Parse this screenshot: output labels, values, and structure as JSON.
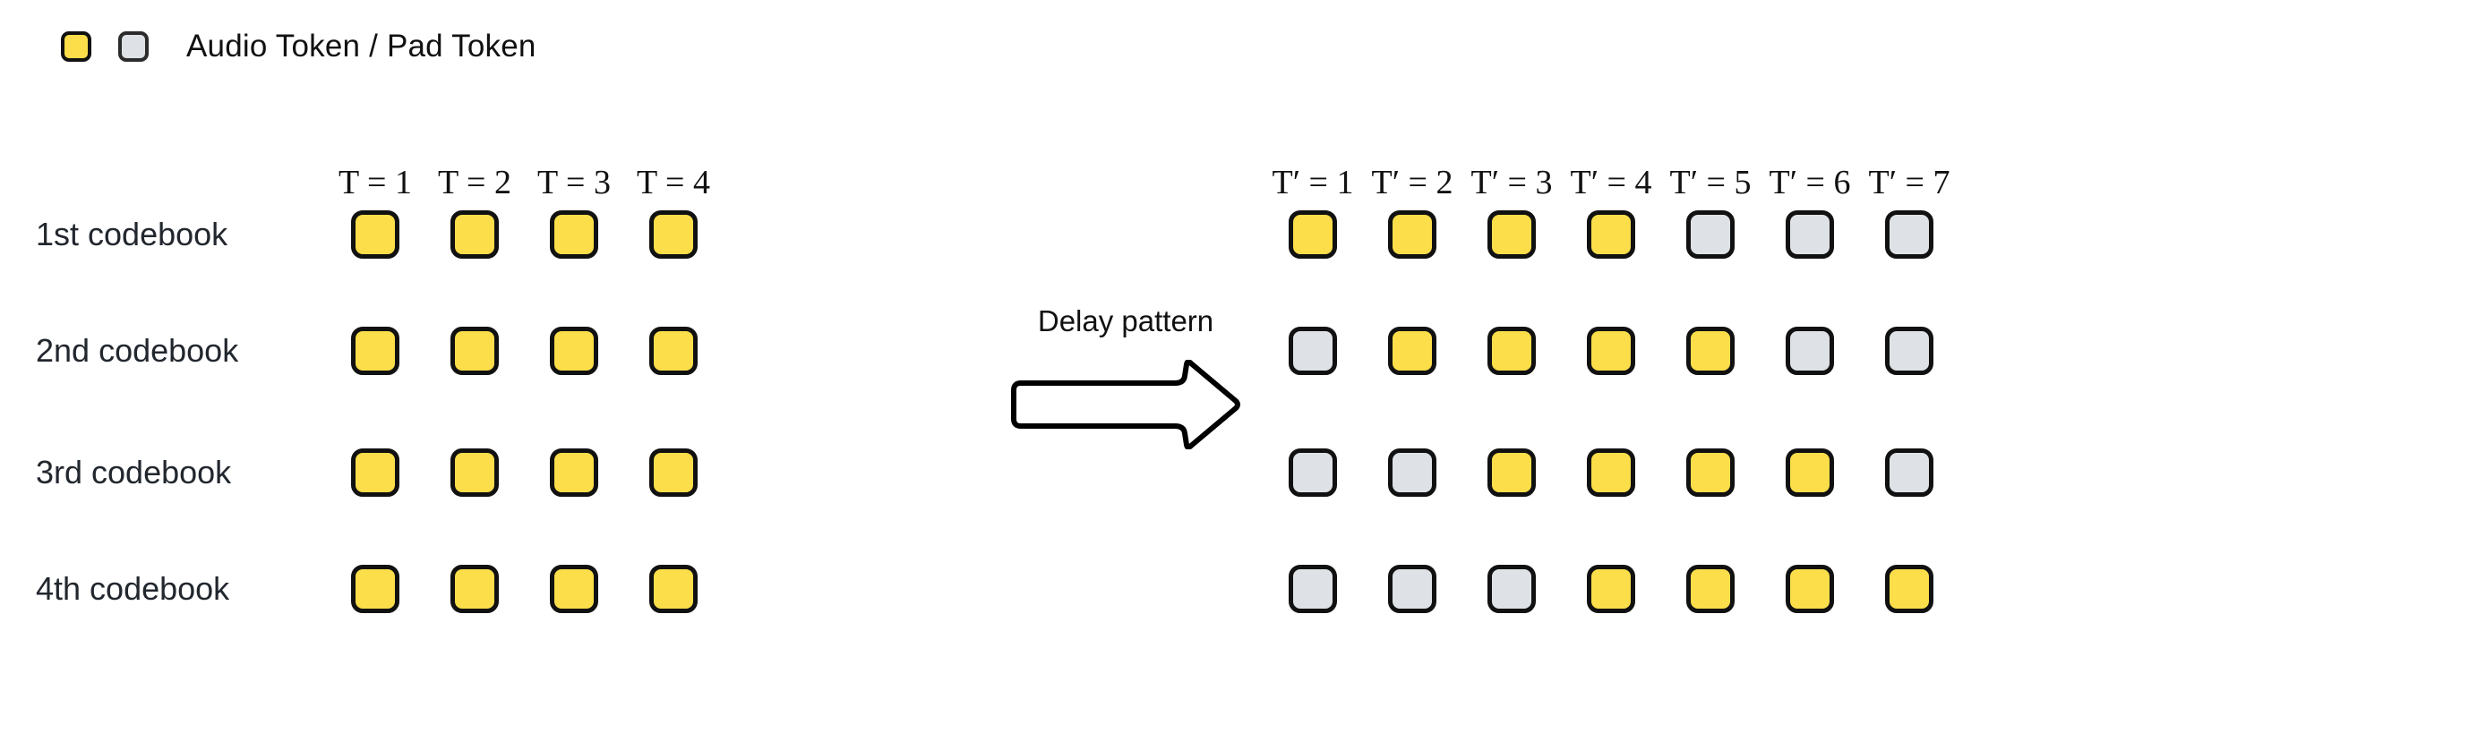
{
  "legend": {
    "audio_swatch": "audio-token-swatch",
    "pad_swatch": "pad-token-swatch",
    "label": "Audio Token / Pad Token",
    "audio_color": "#FBDE4A",
    "pad_color": "#DEE2E6",
    "border_color": "#111111"
  },
  "annotation": {
    "delay_label": "Delay pattern",
    "arrow_icon": "right-block-arrow-icon"
  },
  "grid": {
    "row_labels": [
      "1st codebook",
      "2nd codebook",
      "3rd codebook",
      "4th codebook"
    ],
    "left_headers": [
      "T = 1",
      "T = 2",
      "T = 3",
      "T = 4"
    ],
    "right_headers": [
      "T′ = 1",
      "T′ = 2",
      "T′ = 3",
      "T′ = 4",
      "T′ = 5",
      "T′ = 6",
      "T′ = 7"
    ],
    "left_tokens": [
      [
        "audio",
        "audio",
        "audio",
        "audio"
      ],
      [
        "audio",
        "audio",
        "audio",
        "audio"
      ],
      [
        "audio",
        "audio",
        "audio",
        "audio"
      ],
      [
        "audio",
        "audio",
        "audio",
        "audio"
      ]
    ],
    "right_tokens": [
      [
        "audio",
        "audio",
        "audio",
        "audio",
        "pad",
        "pad",
        "pad"
      ],
      [
        "pad",
        "audio",
        "audio",
        "audio",
        "audio",
        "pad",
        "pad"
      ],
      [
        "pad",
        "pad",
        "audio",
        "audio",
        "audio",
        "audio",
        "pad"
      ],
      [
        "pad",
        "pad",
        "pad",
        "audio",
        "audio",
        "audio",
        "audio"
      ]
    ]
  },
  "layout": {
    "left_col_x": [
      419,
      530,
      641,
      752
    ],
    "right_col_x": [
      1466,
      1577,
      1688,
      1799,
      1910,
      2021,
      2132
    ],
    "row_y": [
      262,
      392,
      528,
      658
    ],
    "col_step": 197,
    "left_col_start": 419,
    "right_col_start": 1466
  }
}
